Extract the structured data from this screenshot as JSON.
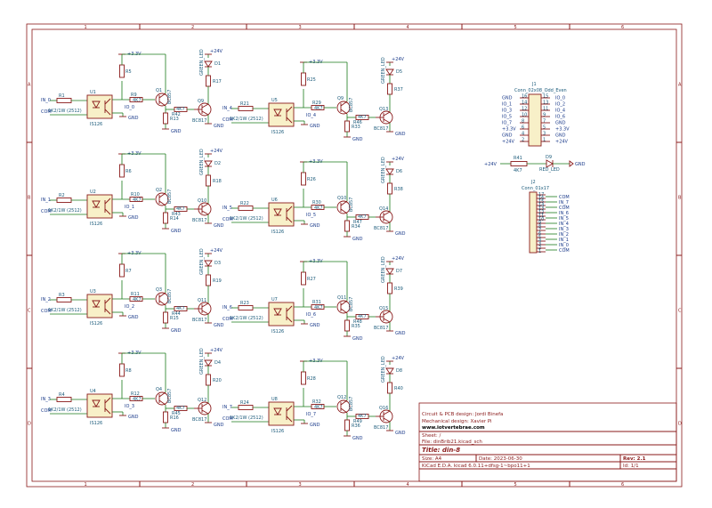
{
  "frame": {
    "cols": [
      "1",
      "2",
      "3",
      "4",
      "5",
      "6"
    ],
    "rows": [
      "A",
      "B",
      "C",
      "D"
    ]
  },
  "channels": [
    {
      "in": "IN_0",
      "com": "COM",
      "rin": "R1",
      "rval": "1K2/1W (2512)",
      "opto": "U1",
      "opto_val": "IS126",
      "rb": "R9",
      "rbv": "4K7",
      "io": "IO_0",
      "rpu": "R5",
      "q1": "Q1",
      "q1v": "BC857",
      "led": "D1",
      "ledv": "GREEN_LED",
      "rled": "R17",
      "q2": "Q9",
      "q2v": "BC817",
      "r42": "R42",
      "r42v": "4K7",
      "r13": "R13"
    },
    {
      "in": "IN_1",
      "com": "COM",
      "rin": "R2",
      "rval": "1K2/1W (2512)",
      "opto": "U2",
      "opto_val": "IS126",
      "rb": "R10",
      "rbv": "4K7",
      "io": "IO_1",
      "rpu": "R6",
      "q1": "Q2",
      "q1v": "BC857",
      "led": "D2",
      "ledv": "GREEN_LED",
      "rled": "R18",
      "q2": "Q10",
      "q2v": "BC817",
      "r42": "R43",
      "r42v": "4K7",
      "r13": "R14"
    },
    {
      "in": "IN_2",
      "com": "COM",
      "rin": "R3",
      "rval": "1K2/1W (2512)",
      "opto": "U3",
      "opto_val": "IS126",
      "rb": "R11",
      "rbv": "4K7",
      "io": "IO_2",
      "rpu": "R7",
      "q1": "Q3",
      "q1v": "BC857",
      "led": "D3",
      "ledv": "GREEN_LED",
      "rled": "R19",
      "q2": "Q11",
      "q2v": "BC817",
      "r42": "R44",
      "r42v": "4K7",
      "r13": "R15"
    },
    {
      "in": "IN_3",
      "com": "COM",
      "rin": "R4",
      "rval": "1K2/1W (2512)",
      "opto": "U4",
      "opto_val": "IS126",
      "rb": "R12",
      "rbv": "4K7",
      "io": "IO_3",
      "rpu": "R8",
      "q1": "Q4",
      "q1v": "BC857",
      "led": "D4",
      "ledv": "GREEN_LED",
      "rled": "R20",
      "q2": "Q12",
      "q2v": "BC817",
      "r42": "R45",
      "r42v": "4K7",
      "r13": "R16"
    }
  ],
  "channels_right": [
    {
      "in": "IN_4",
      "com": "COM",
      "rin": "R21",
      "rval": "1K2/1W (2512)",
      "opto": "U5",
      "opto_val": "IS126",
      "rb": "R29",
      "rbv": "4K7",
      "io": "IO_4",
      "rpu": "R25",
      "q1": "Q9",
      "q1v": "BC857",
      "led": "D5",
      "ledv": "GREEN_LED",
      "rled": "R37",
      "q2": "Q13",
      "q2v": "BC817",
      "r42": "R46",
      "r42v": "4K7",
      "r13": "R33"
    },
    {
      "in": "IN_5",
      "com": "COM",
      "rin": "R22",
      "rval": "1K2/1W (2512)",
      "opto": "U6",
      "opto_val": "IS126",
      "rb": "R30",
      "rbv": "4K7",
      "io": "IO_5",
      "rpu": "R26",
      "q1": "Q10",
      "q1v": "BC857",
      "led": "D6",
      "ledv": "GREEN_LED",
      "rled": "R38",
      "q2": "Q14",
      "q2v": "BC817",
      "r42": "R47",
      "r42v": "4K7",
      "r13": "R34"
    },
    {
      "in": "IN_6",
      "com": "COM",
      "rin": "R23",
      "rval": "1K2/1W (2512)",
      "opto": "U7",
      "opto_val": "IS126",
      "rb": "R31",
      "rbv": "4K7",
      "io": "IO_6",
      "rpu": "R27",
      "q1": "Q11",
      "q1v": "BC857",
      "led": "D7",
      "ledv": "GREEN_LED",
      "rled": "R39",
      "q2": "Q15",
      "q2v": "BC817",
      "r42": "R48",
      "r42v": "4K7",
      "r13": "R35"
    },
    {
      "in": "IN_7",
      "com": "COM",
      "rin": "R24",
      "rval": "1K2/1W (2512)",
      "opto": "U8",
      "opto_val": "IS126",
      "rb": "R32",
      "rbv": "4K7",
      "io": "IO_7",
      "rpu": "R28",
      "q1": "Q12",
      "q1v": "BC857",
      "led": "D8",
      "ledv": "GREEN_LED",
      "rled": "R40",
      "q2": "Q16",
      "q2v": "BC817",
      "r42": "R49",
      "r42v": "4K7",
      "r13": "R36"
    }
  ],
  "power": {
    "v33": "+3.3V",
    "v24": "+24V",
    "gnd": "GND"
  },
  "j1": {
    "ref": "J1",
    "value": "Conn_02x08_Odd_Even",
    "left": [
      "GND",
      "IO_1",
      "IO_3",
      "IO_5",
      "IO_7",
      "+3.3V",
      "GND",
      "+24V"
    ],
    "right": [
      "IO_0",
      "IO_2",
      "IO_4",
      "IO_6",
      "GND",
      "+3.3V",
      "GND",
      "+24V"
    ],
    "pins_left": [
      "16",
      "14",
      "12",
      "10",
      "8",
      "6",
      "4",
      "2"
    ],
    "pins_right": [
      "15",
      "13",
      "11",
      "9",
      "7",
      "5",
      "3",
      "1"
    ]
  },
  "led_power": {
    "supply": "+24V",
    "res": "R41",
    "res_val": "4K7",
    "led": "D9",
    "led_val": "RED_LED",
    "gnd": "GND"
  },
  "j2": {
    "ref": "J2",
    "value": "Conn_01x17",
    "pins": [
      "17",
      "16",
      "15",
      "14",
      "13",
      "12",
      "11",
      "10",
      "9",
      "8",
      "7",
      "6",
      "5",
      "4",
      "3",
      "2",
      "1"
    ],
    "labels": [
      "",
      "",
      "",
      "",
      "",
      "",
      "",
      "",
      "IN_7",
      "IN_6",
      "IN_5",
      "IN_4",
      "IN_3",
      "IN_2",
      "IN_1",
      "IN_0",
      "COM"
    ],
    "labels_full": [
      "COM",
      "IN_7",
      "COM",
      "IN_6",
      "IN_5",
      "IN_4",
      "IN_3",
      "IN_2",
      "IN_1",
      "IN_0",
      "COM"
    ]
  },
  "title_block": {
    "design": "Circuit & PCB design: Jordi Binefa",
    "mech": "Mechanical design: Xavier Pi",
    "url": "www.iotvertebrae.com",
    "sheet": "Sheet: /",
    "file": "File: dinBrib21.kicad_sch",
    "title": "Title: din-8",
    "size": "Size: A4",
    "date": "Date: 2023-06-30",
    "rev": "Rev: 2.1",
    "tool": "KiCad E.D.A.  kicad 6.0.11+dfsg-1~bpo11+1",
    "id": "Id: 1/1"
  }
}
